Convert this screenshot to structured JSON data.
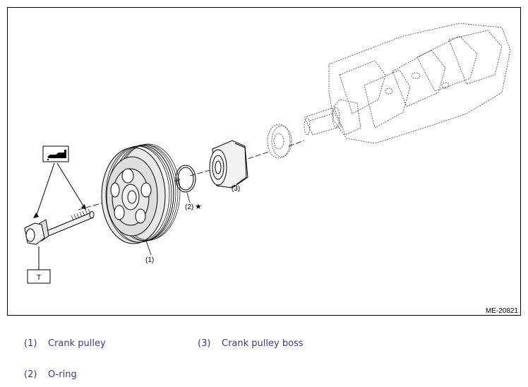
{
  "figure": {
    "code": "ME-20821",
    "callouts": {
      "c1": "(1)",
      "c2": "(2)",
      "c3": "(3)",
      "star": "★",
      "torque": "T"
    },
    "oil_icon": "oil-can-icon"
  },
  "legend": [
    {
      "num": "(1)",
      "label": "Crank pulley"
    },
    {
      "num": "(3)",
      "label": "Crank pulley boss"
    },
    {
      "num": "(2)",
      "label": "O-ring"
    }
  ],
  "colors": {
    "legend_text": "#3a3a8c",
    "line": "#000000",
    "pulley_fill": "#e6e6e6"
  }
}
